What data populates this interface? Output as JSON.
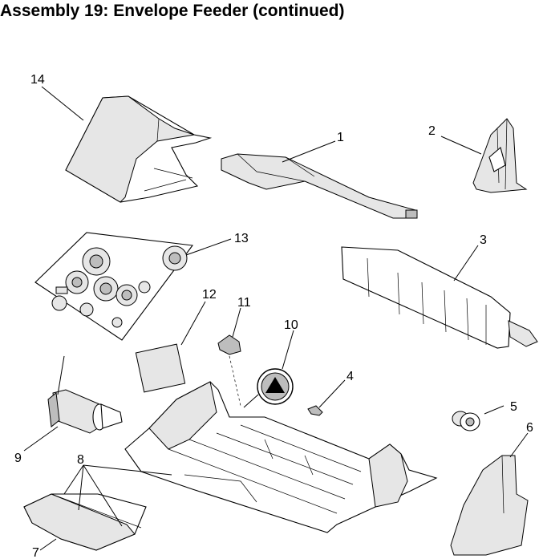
{
  "title": "Assembly 19: Envelope Feeder (continued)",
  "callouts": {
    "c1": "1",
    "c2": "2",
    "c3": "3",
    "c4": "4",
    "c5": "5",
    "c6": "6",
    "c7": "7",
    "c8": "8",
    "c9": "9",
    "c10": "10",
    "c11": "11",
    "c12": "12",
    "c13": "13",
    "c14": "14"
  }
}
